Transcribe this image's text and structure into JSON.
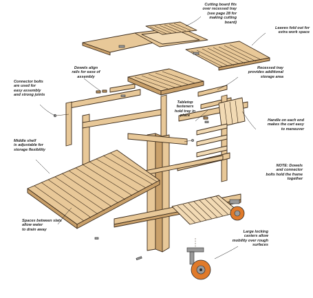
{
  "callouts": {
    "cutting_board": "Cutting board fits\nover recessed tray\n(see page 28 for\nmaking cutting\nboard)",
    "leaves": "Leaves fold out for\nextra work space",
    "dowels_align": "Dowels align\nrails for ease of\nassembly",
    "recessed_tray": "Recessed tray\nprovides additional\nstorage area",
    "connector_bolts": "Connector bolts\nare used for\neasy assembly\nand strong joints",
    "tabletop_fasteners": "Tabletop\nfasteners\nhold tray in\nplace",
    "handle": "Handle on each end\nmakes the cart easy\nto maneuver",
    "middle_shelf": "Middle shelf\nis adjustable for\nstorage flexibility",
    "note_label": "NOTE:",
    "note_text": "Dowels\nand connector\nbolts hold the frame\ntogether",
    "spaces_slats": "Spaces between slats\nallow water\nto drain away",
    "casters": "Large locking\ncasters allow\nmobility over rough\nsurfaces"
  },
  "colors": {
    "wood": "#e8c898",
    "wood_light": "#f2dab4",
    "wood_dark": "#c9a06a",
    "outline": "#3a2a1a",
    "caster_orange": "#e07a2a",
    "metal": "#9a9a9a"
  }
}
